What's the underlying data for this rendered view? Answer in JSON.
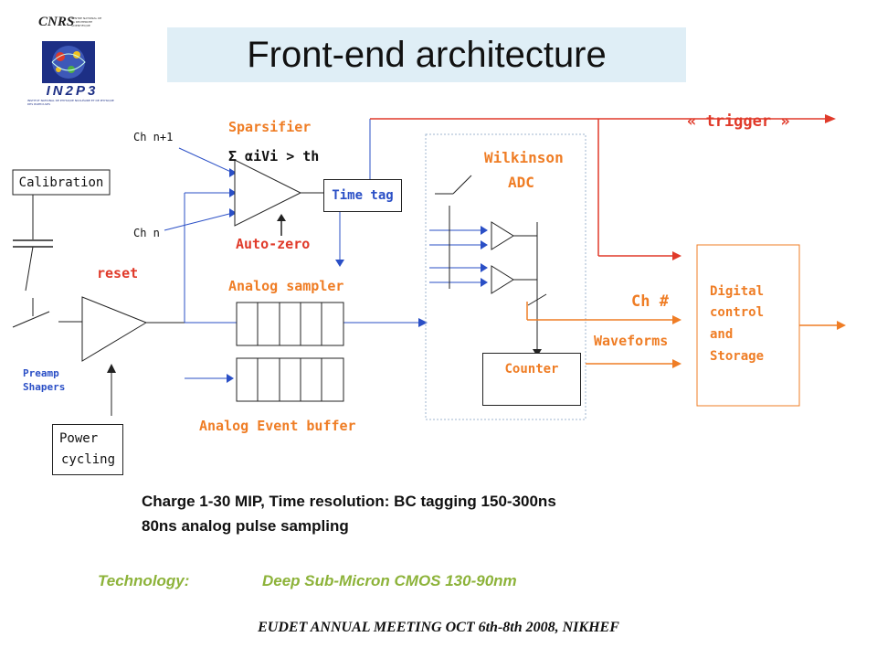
{
  "title": "Front-end architecture",
  "logo": {
    "top_text": "CNRS",
    "top_caption": "CENTRE NATIONAL DE LA RECHERCHE SCIENTIFIQUE",
    "bottom_text": "IN2P3",
    "bottom_caption": "INSTITUT NATIONAL DE PHYSIQUE NUCLÉAIRE ET DE PHYSIQUE DES PARTICULES"
  },
  "diagram": {
    "calibration": "Calibration",
    "ch_n1": "Ch n+1",
    "ch_n": "Ch n",
    "reset": "reset",
    "preamp": "Preamp",
    "shapers": "Shapers",
    "power": "Power",
    "cycling": "cycling",
    "sparsifier": "Sparsifier",
    "sparsifier_formula": "Σ αiVi > th",
    "time_tag": "Time tag",
    "auto_zero": "Auto-zero",
    "analog_sampler": "Analog sampler",
    "analog_event_buffer": "Analog Event buffer",
    "wilkinson": "Wilkinson",
    "adc": "ADC",
    "counter": "Counter",
    "trigger": "« trigger »",
    "ch_hash": "Ch #",
    "waveforms": "Waveforms",
    "digital": "Digital",
    "control": "control",
    "and": "and",
    "storage": "Storage"
  },
  "colors": {
    "orange": "#ef7d25",
    "red": "#e03a2a",
    "blue": "#2a4fc6",
    "green": "#8db33a",
    "title_bg": "#dfeef6"
  },
  "text": {
    "line1": "Charge 1-30 MIP,  Time resolution: BC tagging 150-300ns",
    "line2": "80ns analog pulse sampling",
    "tech_label": "Technology:",
    "tech_value": "Deep Sub-Micron CMOS 130-90nm",
    "footer": "EUDET ANNUAL MEETING OCT 6th-8th 2008, NIKHEF"
  }
}
